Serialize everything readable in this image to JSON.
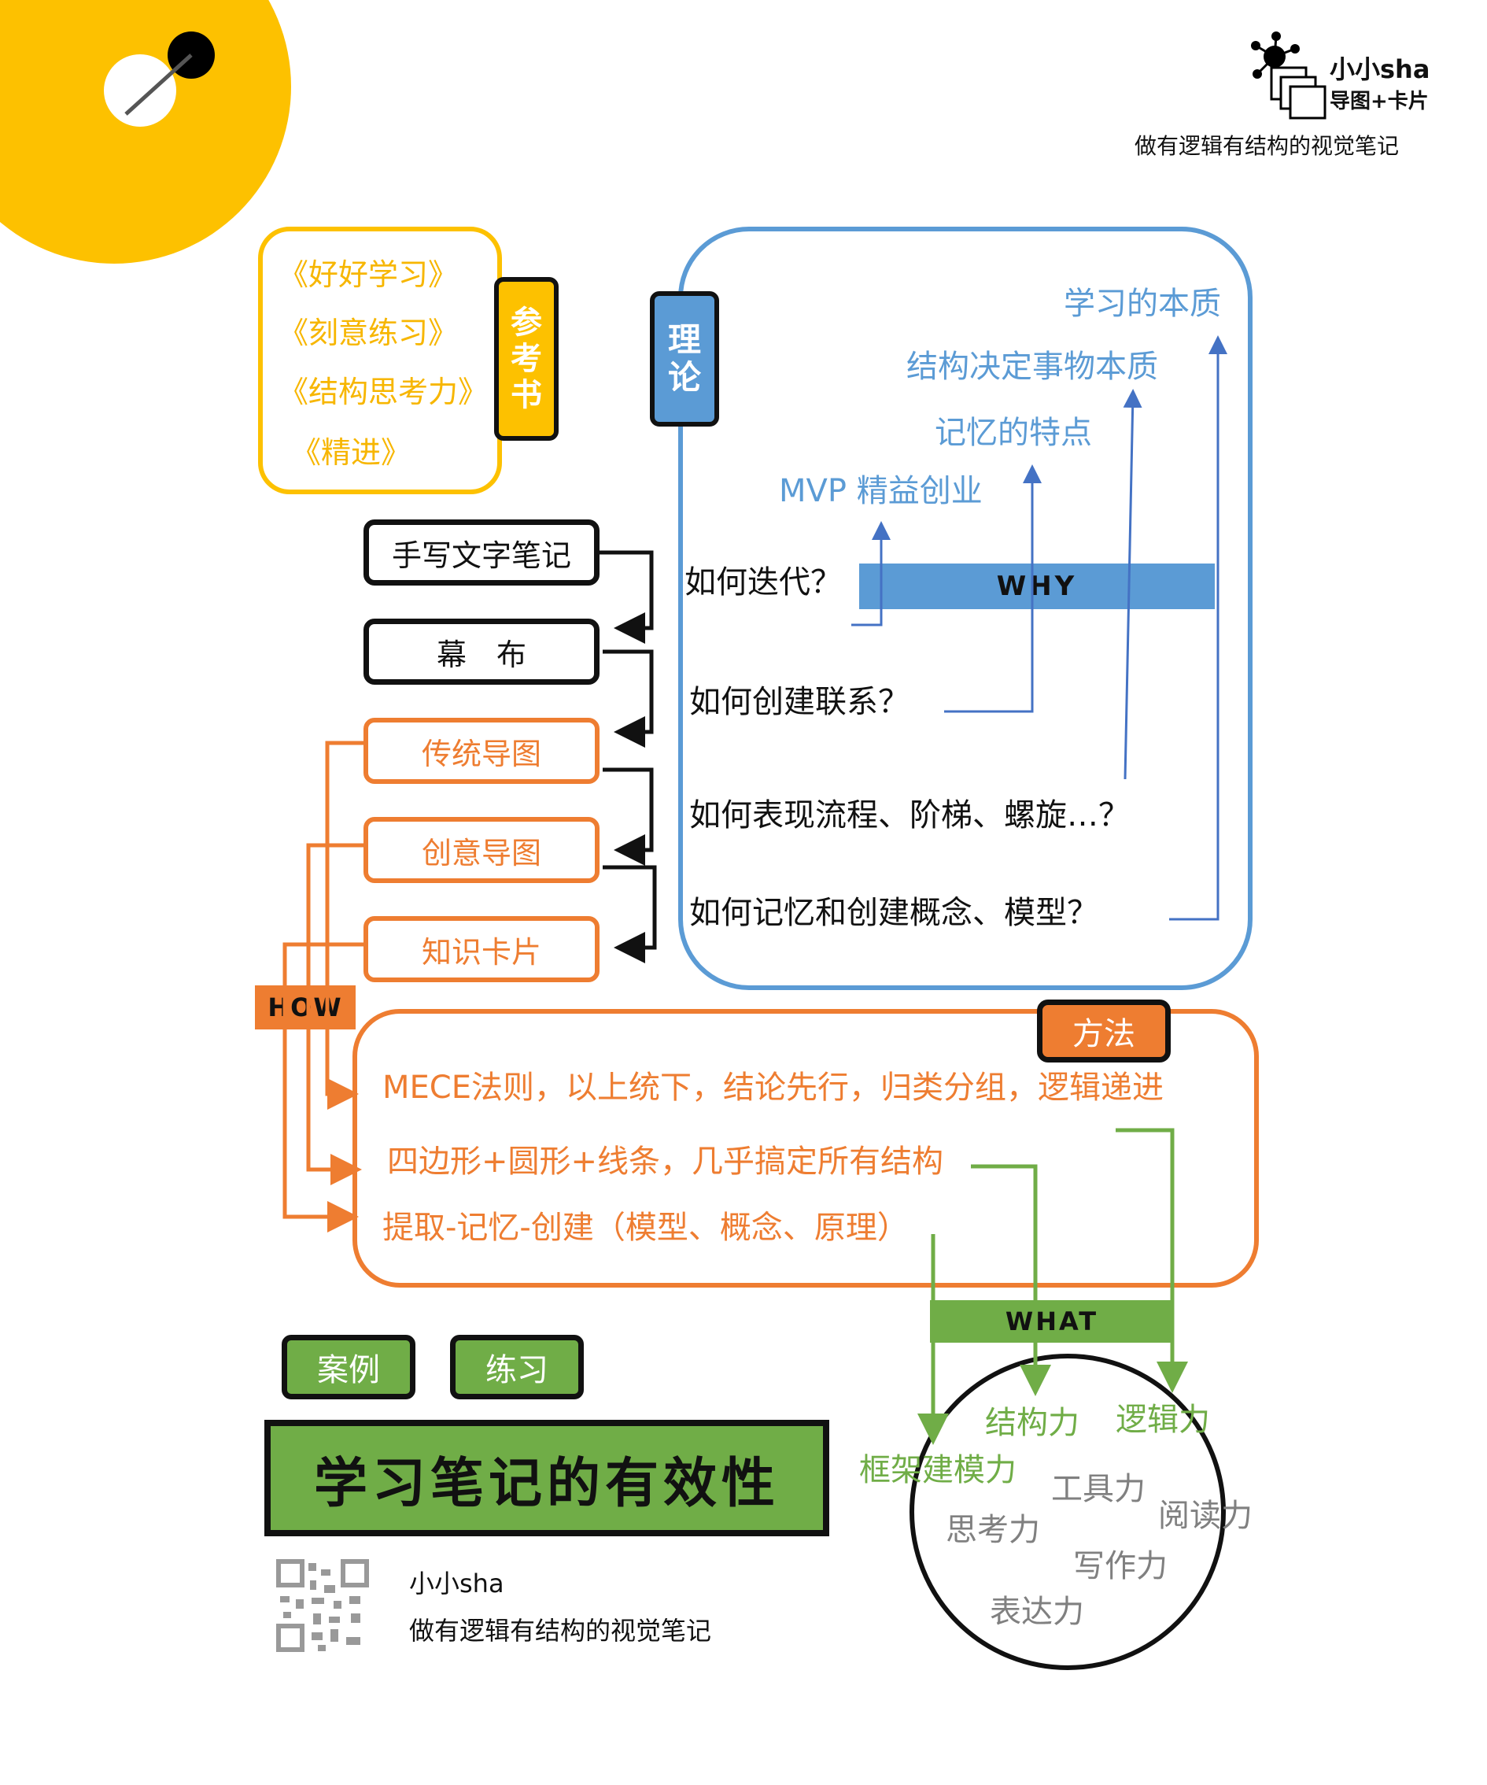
{
  "brand": {
    "name": "小小sha",
    "sub": "导图+卡片",
    "tagline": "做有逻辑有结构的视觉笔记"
  },
  "books": {
    "label_chars": [
      "参",
      "考",
      "书"
    ],
    "items": [
      "《好好学习》",
      "《刻意练习》",
      "《结构思考力》",
      "《精进》"
    ]
  },
  "theory": {
    "label_chars": [
      "理",
      "论"
    ],
    "why_label": "WHY",
    "targets": [
      "学习的本质",
      "结构决定事物本质",
      "记忆的特点",
      "MVP 精益创业"
    ],
    "questions": [
      "如何迭代？",
      "如何创建联系？",
      "如何表现流程、阶梯、螺旋…？",
      "如何记忆和创建概念、模型？"
    ]
  },
  "how": {
    "label": "HOW",
    "steps_black": [
      "手写文字笔记",
      "幕　布"
    ],
    "steps_orange": [
      "传统导图",
      "创意导图",
      "知识卡片"
    ]
  },
  "method": {
    "label": "方法",
    "lines": [
      "MECE法则，以上统下，结论先行，归类分组，逻辑递进",
      "四边形+圆形+线条，几乎搞定所有结构",
      "提取-记忆-创建（模型、概念、原理）"
    ]
  },
  "what": {
    "label": "WHAT",
    "green_skills": [
      "结构力",
      "逻辑力",
      "框架建模力"
    ],
    "gray_skills": [
      "工具力",
      "思考力",
      "阅读力",
      "写作力",
      "表达力"
    ]
  },
  "buttons": {
    "case": "案例",
    "practice": "练习"
  },
  "title": "学习笔记的有效性",
  "footer": {
    "name": "小小sha",
    "tagline": "做有逻辑有结构的视觉笔记"
  },
  "colors": {
    "yellow": "#fdc100",
    "gold": "#f7b600",
    "blue": "#5b9bd5",
    "orange": "#ee7d31",
    "green": "#70ad47",
    "gray": "#808080",
    "black": "#111111"
  }
}
